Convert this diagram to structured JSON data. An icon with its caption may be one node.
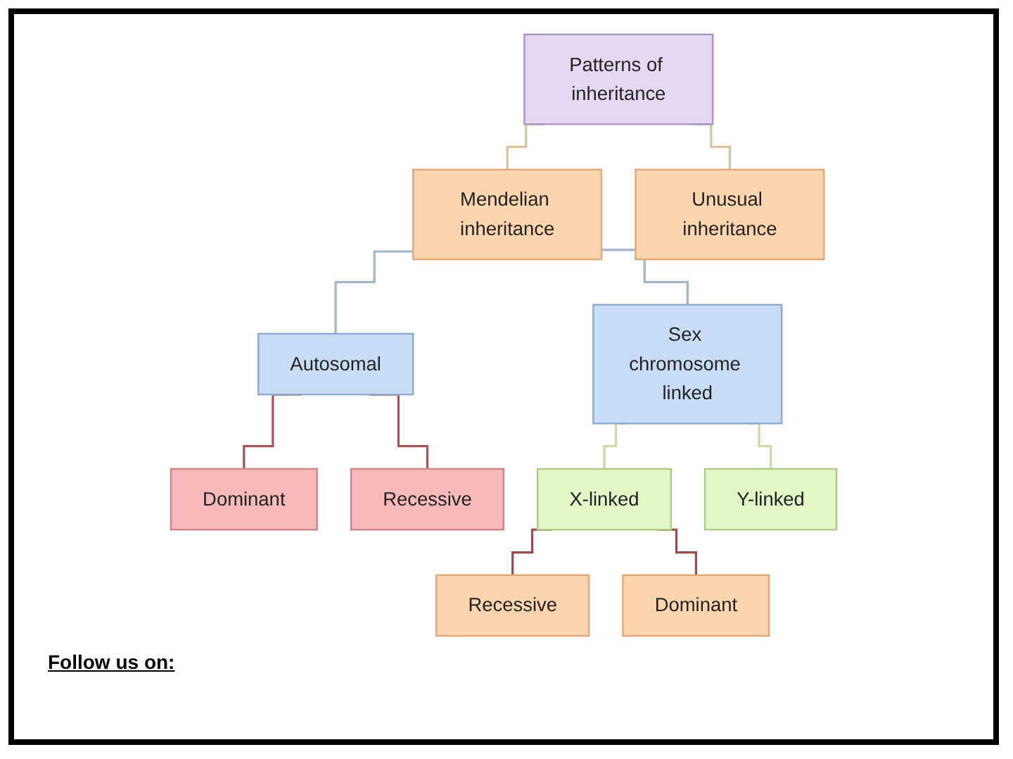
{
  "diagram": {
    "nodes": [
      {
        "text": [
          "Patterns of inheritance"
        ]
      },
      {
        "text": [
          "Mendelian inheritance"
        ]
      },
      {
        "text": [
          "Unusual inheritance"
        ]
      },
      {
        "text": [
          "Autosomal"
        ]
      },
      {
        "text": [
          "Sex chromosome linked"
        ]
      },
      {
        "text": [
          "Dominant"
        ]
      },
      {
        "text": [
          "Recessive"
        ]
      },
      {
        "text": [
          "X-linked"
        ]
      },
      {
        "text": [
          "Y-linked"
        ]
      },
      {
        "text": [
          "Recessive"
        ]
      },
      {
        "text": [
          "Dominant"
        ]
      }
    ],
    "edges": [
      {
        "from": 0,
        "to": 1,
        "arrow": "none",
        "color": "#dcc49c"
      },
      {
        "from": 0,
        "to": 2,
        "arrow": "none",
        "color": "#dcc49c"
      },
      {
        "from": 1,
        "to": 3,
        "arrow": "none",
        "color": "#a3b5c9"
      },
      {
        "from": 1,
        "to": 4,
        "arrow": "none",
        "color": "#a3b5c9"
      },
      {
        "from": 3,
        "to": 5,
        "arrow": "none",
        "color": "#a35555"
      },
      {
        "from": 3,
        "to": 6,
        "arrow": "none",
        "color": "#a35555"
      },
      {
        "from": 4,
        "to": 7,
        "arrow": "none",
        "color": "#c8dca6"
      },
      {
        "from": 4,
        "to": 8,
        "arrow": "none",
        "color": "#c8dca6"
      },
      {
        "from": 7,
        "to": 9,
        "arrow": "none",
        "color": "#9c4b4b"
      },
      {
        "from": 7,
        "to": 10,
        "arrow": "none",
        "color": "#9c4b4b"
      }
    ],
    "labels": [
      "Follow us on:"
    ]
  }
}
